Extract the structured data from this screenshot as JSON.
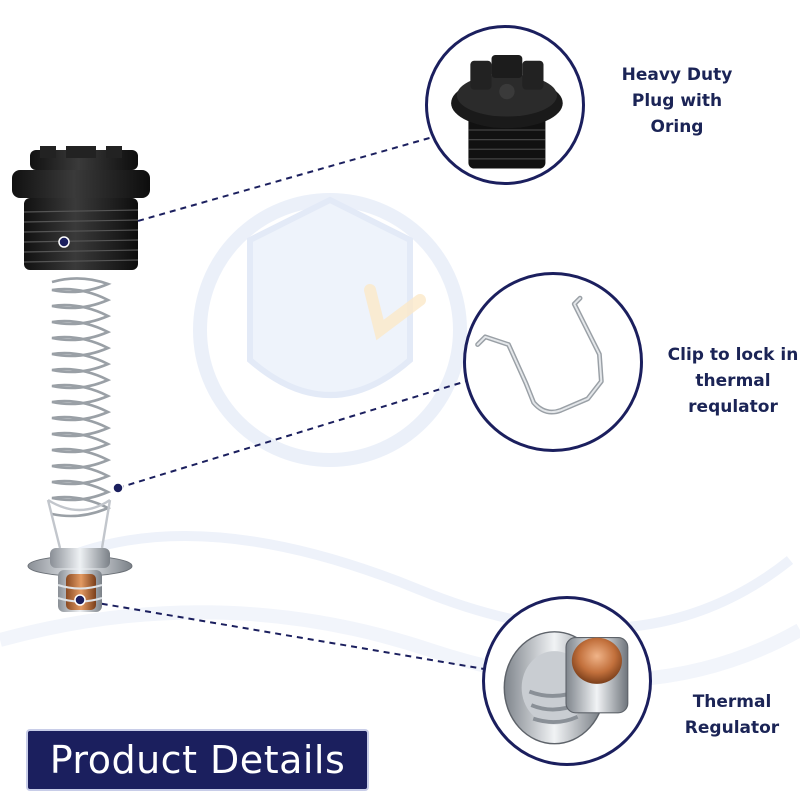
{
  "callouts": [
    {
      "id": "plug",
      "lines": [
        "Heavy Duty",
        "Plug with",
        "Oring"
      ]
    },
    {
      "id": "clip",
      "lines": [
        "Clip to lock in",
        "thermal",
        "requlator"
      ]
    },
    {
      "id": "regulator",
      "lines": [
        "Thermal",
        "Regulator"
      ]
    }
  ],
  "banner": {
    "text": "Product Details"
  },
  "colors": {
    "navy": "#1b1f5e",
    "label": "#1b2456",
    "background": "#ffffff"
  }
}
